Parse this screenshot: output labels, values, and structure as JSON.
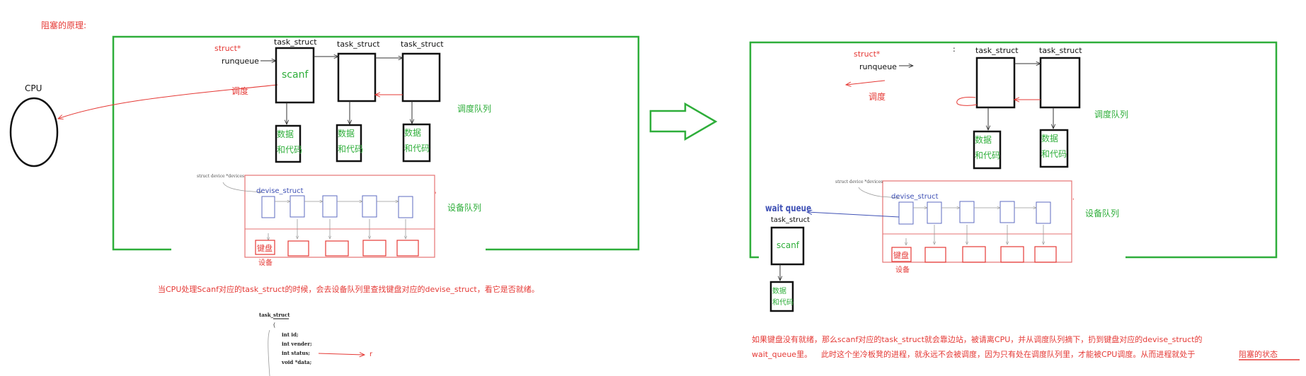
{
  "colors": {
    "green": "#2eae3a",
    "red": "#e53935",
    "blue": "#3f51b5",
    "black": "#111111",
    "link_pink": "#e8a0a0"
  },
  "header": {
    "title": "阻塞的原理:"
  },
  "left_diagram": {
    "cpu_label": "CPU",
    "struct_ptr_label": "struct*",
    "runqueue_label": "runqueue",
    "schedule_label": "调度",
    "task_labels": [
      "task_struct",
      "task_struct",
      "task_struct"
    ],
    "scanf_label": "scanf",
    "data_code_line1": "数据",
    "data_code_line2": "和代码",
    "run_queue_label": "调度队列",
    "device_ptr_label": "struct device *devices",
    "devise_struct_label": "devise_struct",
    "device_queue_label": "设备队列",
    "keyboard_label": "键盘",
    "device_label": "设备",
    "tick_mark": "'"
  },
  "right_diagram": {
    "struct_ptr_label": "struct*",
    "runqueue_label": "runqueue",
    "schedule_label": "调度",
    "task_labels": [
      "task_struct",
      "task_struct"
    ],
    "colon_mark": ":",
    "data_code_line1": "数据",
    "data_code_line2": "和代码",
    "run_queue_label": "调度队列",
    "device_ptr_label": "struct device *devices",
    "devise_struct_label": "devise_struct",
    "device_queue_label": "设备队列",
    "wait_queue_label": "wait queue",
    "wait_task_label": "task_struct",
    "scanf_label": "scanf",
    "keyboard_label": "键盘",
    "device_label": "设备",
    "tick_mark": "'"
  },
  "captions": {
    "left_caption": "当CPU处理Scanf对应的task_struct的时候，会去设备队列里查找键盘对应的devise_struct，看它是否就绪。",
    "right_caption_line1": "如果键盘没有就绪，那么scanf对应的task_struct就会靠边站，被请离CPU，并从调度队列摘下，扔到键盘对应的devise_struct的",
    "right_caption_line2_a": "wait_queue里。",
    "right_caption_line2_b": "此时这个坐冷板凳的进程，就永远不会被调度，因为只有处在调度队列里，才能被CPU调度。从而进程就处于",
    "right_caption_line2_c": "阻塞的状态"
  },
  "code_snippet": {
    "struct_kw": "task_struct",
    "open_brace": "{",
    "fields": [
      "int id;",
      "int vender;",
      "int status;",
      "void *data;"
    ],
    "arrow_target": "r"
  }
}
